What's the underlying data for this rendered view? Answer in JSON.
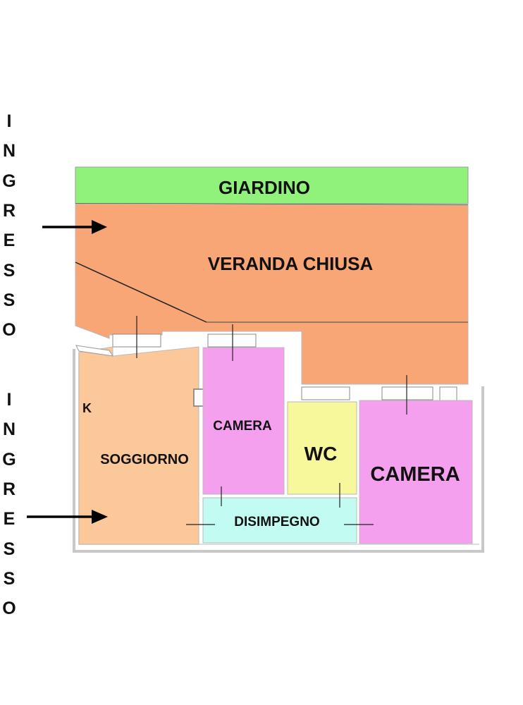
{
  "rooms": {
    "giardino": "GIARDINO",
    "veranda": "VERANDA CHIUSA",
    "soggiorno": "SOGGIORNO",
    "kitchen": "K",
    "camera_small": "CAMERA",
    "wc": "WC",
    "camera_large": "CAMERA",
    "disimpegno": "DISIMPEGNO"
  },
  "entrances": {
    "upper": [
      "I",
      "N",
      "G",
      "R",
      "E",
      "S",
      "S",
      "O"
    ],
    "lower": [
      "I",
      "N",
      "G",
      "R",
      "E",
      "S",
      "S",
      "O"
    ]
  },
  "colors": {
    "giardino": "#90f27a",
    "veranda": "#f9a677",
    "soggiorno": "#fcc89a",
    "camera": "#f4a0ee",
    "wc": "#f7f79c",
    "disimpegno": "#c2fbf2",
    "wall": "#d0d0d0",
    "line": "#222222"
  }
}
